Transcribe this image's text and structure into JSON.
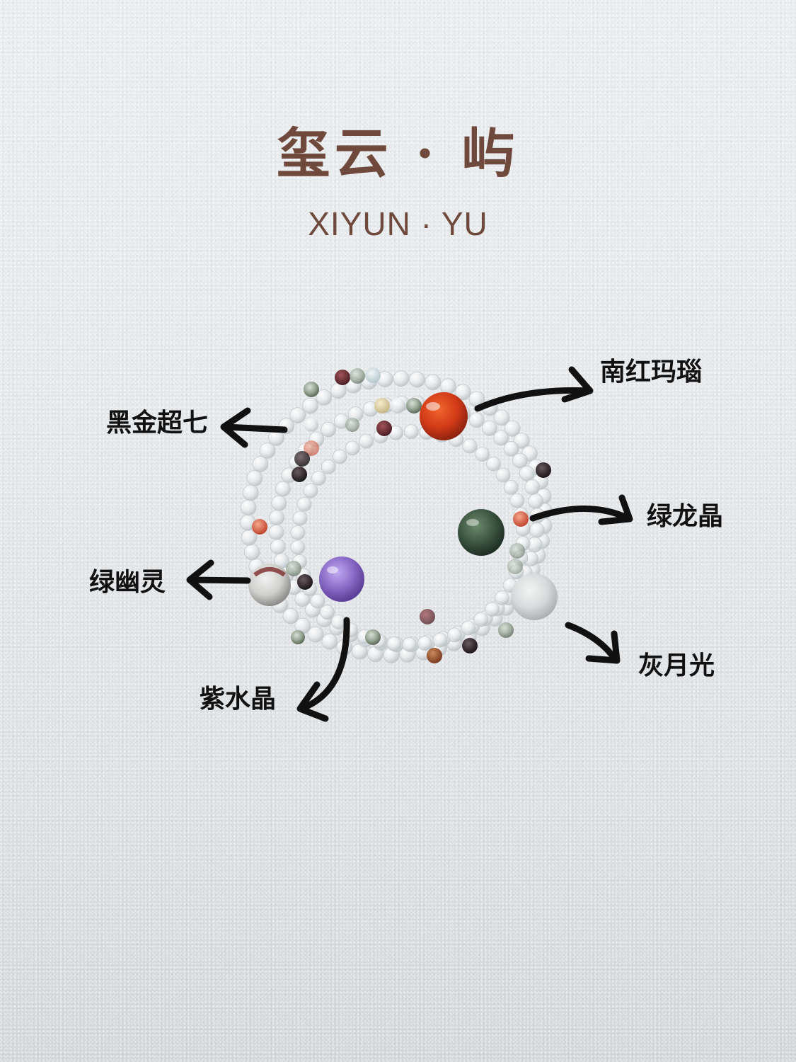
{
  "brand": {
    "name_cn": "玺云 · 屿",
    "name_en": "XIYUN · YU",
    "color": "#6f4a3c"
  },
  "background_color": "#e4e7ea",
  "bracelet": {
    "description": "three-strand clear quartz bead bracelet with accent beads",
    "accent_beads": [
      {
        "id": "south-red-agate",
        "color": "#d8401c"
      },
      {
        "id": "green-dragon-crystal",
        "color": "#3f5a42"
      },
      {
        "id": "green-phantom",
        "color": "#cfcfcd"
      },
      {
        "id": "amethyst",
        "color": "#8a6cc2"
      },
      {
        "id": "grey-moonstone",
        "color": "#d6d8d8"
      }
    ]
  },
  "labels": [
    {
      "id": "nanhong-agate",
      "text": "南红玛瑙",
      "arrow": "right"
    },
    {
      "id": "black-gold-super-seven",
      "text": "黑金超七",
      "arrow": "left"
    },
    {
      "id": "green-dragon-crystal",
      "text": "绿龙晶",
      "arrow": "right"
    },
    {
      "id": "green-phantom",
      "text": "绿幽灵",
      "arrow": "left"
    },
    {
      "id": "amethyst",
      "text": "紫水晶",
      "arrow": "down-left"
    },
    {
      "id": "grey-moonstone",
      "text": "灰月光",
      "arrow": "down-right"
    }
  ],
  "arrow_color": "#111111"
}
